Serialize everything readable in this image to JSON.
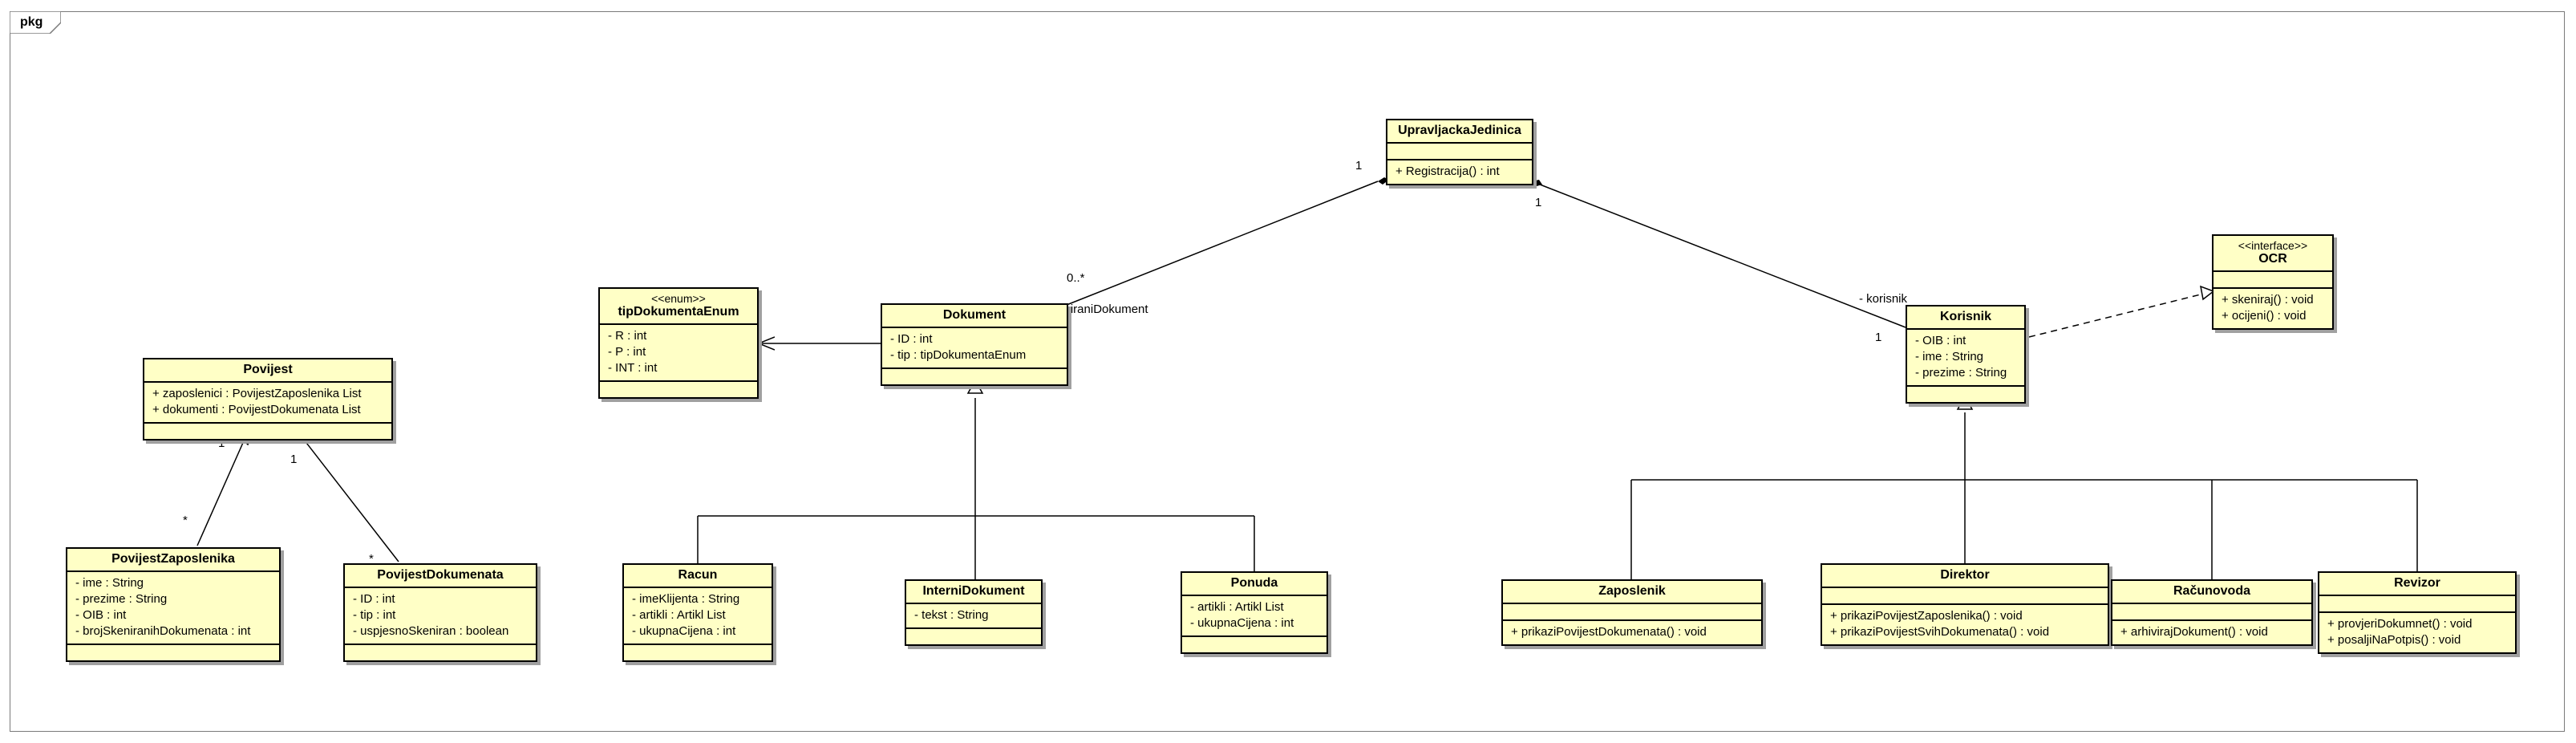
{
  "package_label": "pkg",
  "classes": {
    "upravljacka": {
      "name": "UpravljackaJedinica",
      "attrs": [],
      "ops": [
        "+ Registracija() : int"
      ]
    },
    "tipEnum": {
      "stereotype": "<<enum>>",
      "name": "tipDokumentaEnum",
      "attrs": [
        "- R : int",
        "- P : int",
        "- INT : int"
      ],
      "ops": []
    },
    "dokument": {
      "name": "Dokument",
      "attrs": [
        "- ID : int",
        "- tip : tipDokumentaEnum"
      ],
      "ops": []
    },
    "korisnik": {
      "name": "Korisnik",
      "attrs": [
        "- OIB : int",
        "- ime : String",
        "- prezime : String"
      ],
      "ops": []
    },
    "ocr": {
      "stereotype": "<<interface>>",
      "name": "OCR",
      "attrs": [],
      "ops": [
        "+ skeniraj() : void",
        "+ ocijeni() : void"
      ]
    },
    "povijest": {
      "name": "Povijest",
      "attrs": [
        "+ zaposlenici : PovijestZaposlenika List",
        "+ dokumenti : PovijestDokumenata List"
      ],
      "ops": []
    },
    "povZap": {
      "name": "PovijestZaposlenika",
      "attrs": [
        "- ime : String",
        "- prezime : String",
        "- OIB : int",
        "- brojSkeniranihDokumenata : int"
      ],
      "ops": []
    },
    "povDok": {
      "name": "PovijestDokumenata",
      "attrs": [
        "- ID : int",
        "- tip : int",
        "- uspjesnoSkeniran : boolean"
      ],
      "ops": []
    },
    "racun": {
      "name": "Racun",
      "attrs": [
        "- imeKlijenta : String",
        "- artikli : Artikl List",
        "- ukupnaCijena : int"
      ],
      "ops": []
    },
    "interni": {
      "name": "InterniDokument",
      "attrs": [
        "- tekst : String"
      ],
      "ops": []
    },
    "ponuda": {
      "name": "Ponuda",
      "attrs": [
        "- artikli : Artikl List",
        "- ukupnaCijena : int"
      ],
      "ops": []
    },
    "zaposlenik": {
      "name": "Zaposlenik",
      "attrs": [],
      "ops": [
        "+ prikaziPovijestDokumenata() : void"
      ]
    },
    "direktor": {
      "name": "Direktor",
      "attrs": [],
      "ops": [
        "+ prikaziPovijestZaposlenika() : void",
        "+ prikaziPovijestSvihDokumenata() : void"
      ]
    },
    "racunovoda": {
      "name": "Računovoda",
      "attrs": [],
      "ops": [
        "+ arhivirajDokument() : void"
      ]
    },
    "revizor": {
      "name": "Revizor",
      "attrs": [],
      "ops": [
        "+ provjeriDokumnet() : void",
        "+ posaljiNaPotpis() : void"
      ]
    }
  },
  "labels": {
    "uj_dok_mult_top": "1",
    "uj_dok_mult_bottom": "0..*",
    "uj_dok_role": "- skeniraniDokument",
    "uj_kor_mult_top": "1",
    "uj_kor_mult_bottom": "1",
    "uj_kor_role": "- korisnik",
    "pov_zap_mult_top": "1",
    "pov_zap_mult_bottom": "*",
    "pov_dok_mult_top": "1",
    "pov_dok_mult_bottom": "*"
  }
}
